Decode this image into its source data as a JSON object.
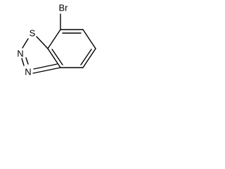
{
  "molecule": {
    "atoms": {
      "bromine": "Br",
      "sulfur": "S",
      "nitrogen_2": "N",
      "nitrogen_3": "N"
    }
  }
}
